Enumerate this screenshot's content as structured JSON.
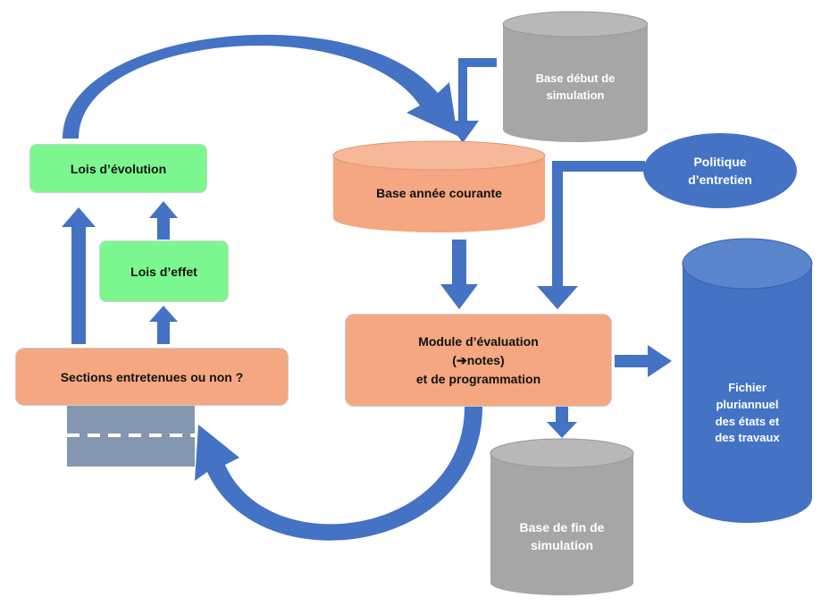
{
  "nodes": {
    "lois_evolution": "Lois d’évolution",
    "lois_effet": "Lois d’effet",
    "sections": "Sections entretenues ou non ?",
    "base_courante": "Base année courante",
    "base_debut": [
      "Base début de",
      "simulation"
    ],
    "politique": [
      "Politique",
      "d’entretien"
    ],
    "module": [
      "Module d’évaluation",
      "(➔notes)",
      "et de programmation"
    ],
    "fichier": [
      "Fichier",
      "pluriannuel",
      "des états et",
      "des travaux"
    ],
    "base_fin": [
      "Base de fin de",
      "simulation"
    ]
  },
  "colors": {
    "arrow_blue": "#4472c4",
    "node_green": "#7cf78f",
    "node_salmon": "#f4a781",
    "cylinder_gray": "#a6a6a6",
    "ellipse_blue": "#4472c4",
    "road_gray": "#8497b0"
  }
}
